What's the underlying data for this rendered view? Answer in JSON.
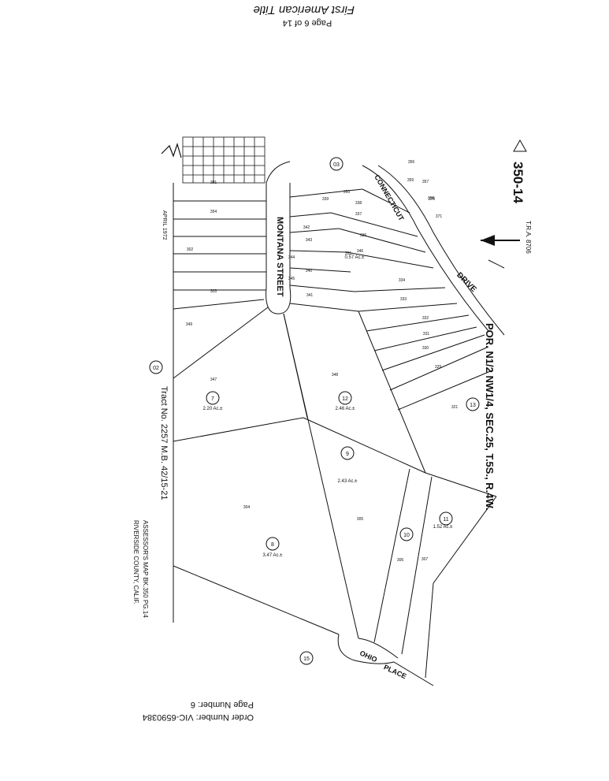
{
  "header": {
    "title": "First American Title",
    "page_indicator": "Page 6 of 14"
  },
  "footer": {
    "order_number": "Order Number: VIC-6590384",
    "page_number": "Page Number: 6"
  },
  "map": {
    "book_page": "350-14",
    "tra": "T.R.A. 8706",
    "section_title": "POR. N1/2 NW1/4, SEC.25, T.5S., R.4W.",
    "tract": "Tract No. 2257 M.B. 42/15-21",
    "assessor": "ASSESSOR'S MAP BK.350 PG.14",
    "county": "RIVERSIDE COUNTY, CALIF.",
    "date": "APRIL 1972",
    "streets": {
      "montana": "MONTANA STREET",
      "connecticut": "CONNECTICUT",
      "drive": "DRIVE",
      "ohio": "OHIO",
      "place": "PLACE"
    },
    "circled_numbers": [
      "03",
      "13",
      "02",
      "15",
      "11",
      "10",
      "9",
      "8",
      "7",
      "12"
    ],
    "acreages": [
      "2.20 Ac.±",
      "2.46 Ac.±",
      "2.43 Ac.±",
      "3.47 Ac.±",
      "1.52 Ac.±",
      "0.57 Ac.±"
    ],
    "parcel_labels": [
      "301",
      "302",
      "303",
      "304",
      "305",
      "306",
      "307",
      "321",
      "329",
      "330",
      "331",
      "332",
      "333",
      "334",
      "336",
      "337",
      "338",
      "339",
      "340",
      "341",
      "342",
      "343",
      "344",
      "345",
      "346",
      "347",
      "348",
      "349",
      "353",
      "354",
      "355",
      "356",
      "357",
      "358",
      "359",
      "370",
      "371"
    ]
  }
}
